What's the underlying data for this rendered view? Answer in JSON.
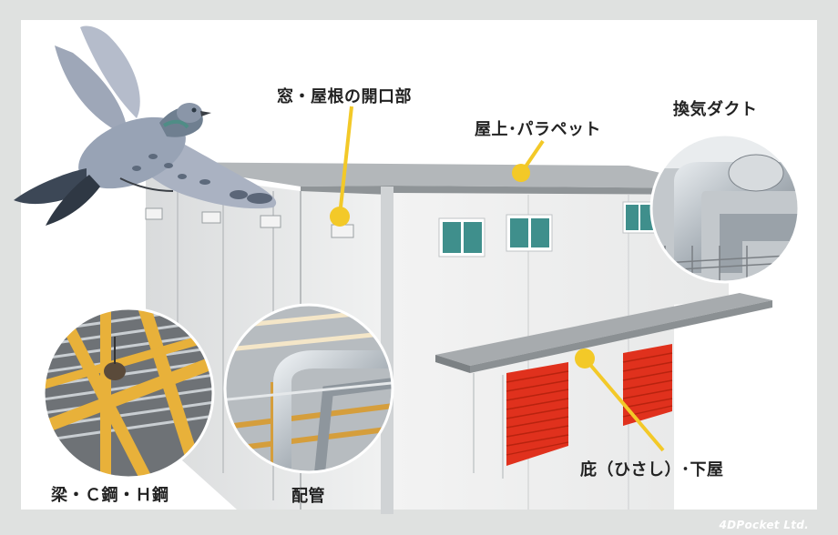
{
  "labels": {
    "window_roof_opening": "窓・屋根の開口部",
    "rooftop_parapet": "屋上･パラペット",
    "ventilation_duct": "換気ダクト",
    "eave_lower_roof": "庇（ひさし）･下屋",
    "beam_steel": "梁・Ｃ鋼・Ｈ鋼",
    "piping": "配管"
  },
  "logo_text": "4DPocket Ltd.",
  "colors": {
    "background": "#dfe1e0",
    "panel": "#ffffff",
    "marker_yellow": "#f3c928",
    "shutter_red": "#e0311d",
    "window_teal": "#3f8f8c",
    "pigeon_gray": "#9aa4b6"
  },
  "icons": [
    "pigeon-illustration",
    "warehouse-illustration",
    "steel-beam-photo",
    "piping-photo",
    "duct-photo"
  ]
}
